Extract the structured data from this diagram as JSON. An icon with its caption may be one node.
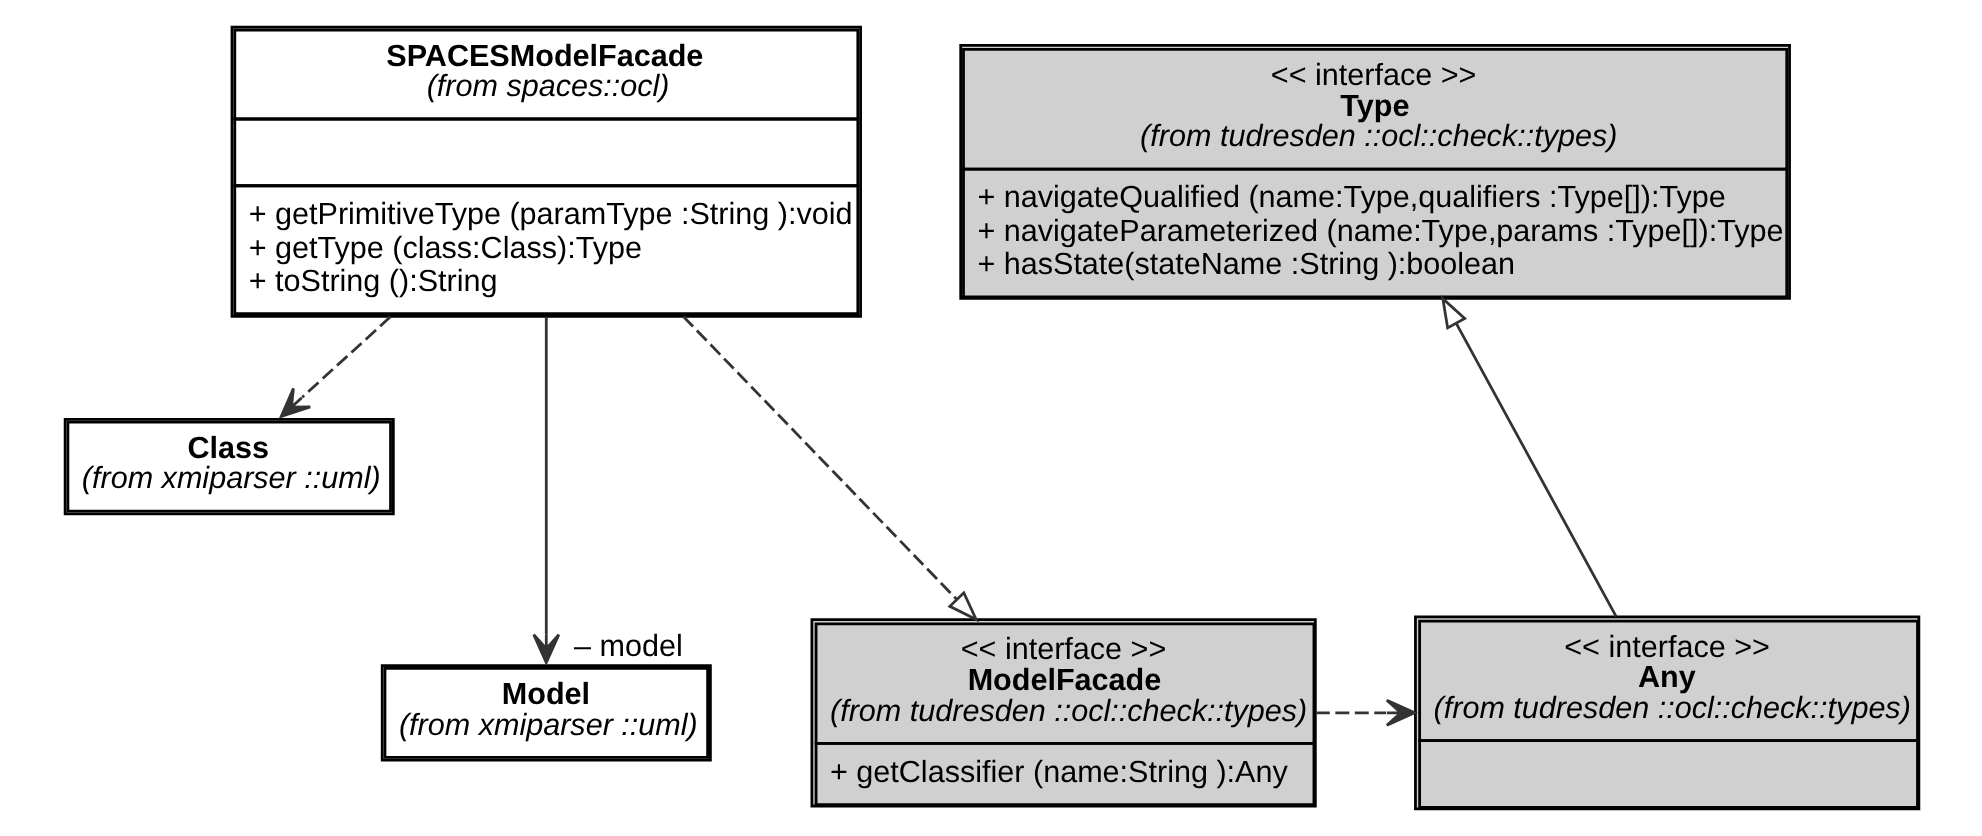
{
  "diagram": {
    "nodes": [
      {
        "text": [
          "SPACESModelFacade",
          "(from spaces::ocl)",
          "+ getPrimitiveType (paramType :String ):void",
          "+ getType (class:Class):Type",
          "+ toString ():String"
        ]
      },
      {
        "text": [
          "<< interface >>",
          "Type",
          "(from tudresden ::ocl::check::types)",
          "+ navigateQualified (name:Type,qualifiers :Type[]):Type",
          "+ navigateParameterized (name:Type,params :Type[]):Type",
          "+ hasState(stateName :String ):boolean"
        ]
      },
      {
        "text": [
          "Class",
          "(from xmiparser ::uml)"
        ]
      },
      {
        "text": [
          "Model",
          "(from xmiparser ::uml)"
        ]
      },
      {
        "text": [
          "<< interface >>",
          "ModelFacade",
          "(from tudresden ::ocl::check::types)",
          "+ getClassifier (name:String ):Any"
        ]
      },
      {
        "text": [
          "<< interface >>",
          "Any",
          "(from tudresden ::ocl::check::types)"
        ]
      }
    ],
    "edges": [
      {
        "from": 0,
        "to": 2,
        "arrow": "to",
        "style": "dashed"
      },
      {
        "from": 0,
        "to": 3,
        "arrow": "to",
        "label": "– model"
      },
      {
        "from": 0,
        "to": 4,
        "arrow": "to",
        "style": "dashed"
      },
      {
        "from": 4,
        "to": 5,
        "arrow": "to",
        "style": "dashed"
      },
      {
        "from": 5,
        "to": 1,
        "arrow": "to"
      }
    ]
  }
}
